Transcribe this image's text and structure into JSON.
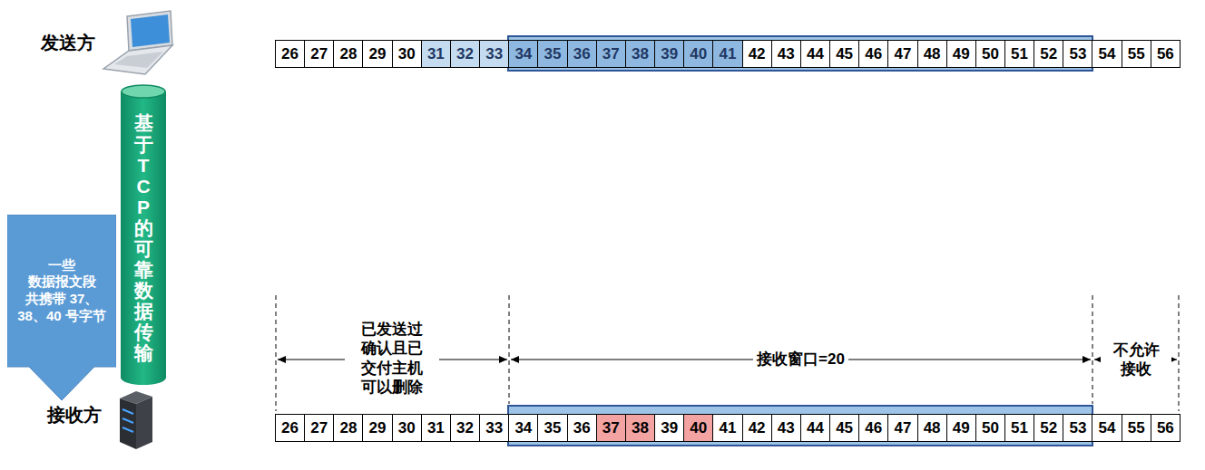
{
  "diagram": {
    "nodes": [
      {
        "text": [
          "基于TCP的可靠数据传输"
        ]
      },
      {
        "text": [
          "一些 数据报文段 共携带 37、38、40 号字节"
        ]
      }
    ],
    "labels": [
      "发送方",
      "26",
      "27",
      "28",
      "29",
      "30",
      "31",
      "32",
      "33",
      "34",
      "35",
      "36",
      "37",
      "38",
      "39",
      "40",
      "41",
      "42",
      "43",
      "44",
      "45",
      "46",
      "47",
      "48",
      "49",
      "50",
      "51",
      "52",
      "53",
      "54",
      "55",
      "56",
      "已发送过 确认且已 交付主机 可以删除",
      "接收窗口=20",
      "不允许 接收",
      "接收方",
      "26",
      "27",
      "28",
      "29",
      "30",
      "31",
      "32",
      "33",
      "34",
      "35",
      "36",
      "37",
      "38",
      "39",
      "40",
      "41",
      "42",
      "43",
      "44",
      "45",
      "46",
      "47",
      "48",
      "49",
      "50",
      "51",
      "52",
      "53",
      "54",
      "55",
      "56"
    ]
  }
}
